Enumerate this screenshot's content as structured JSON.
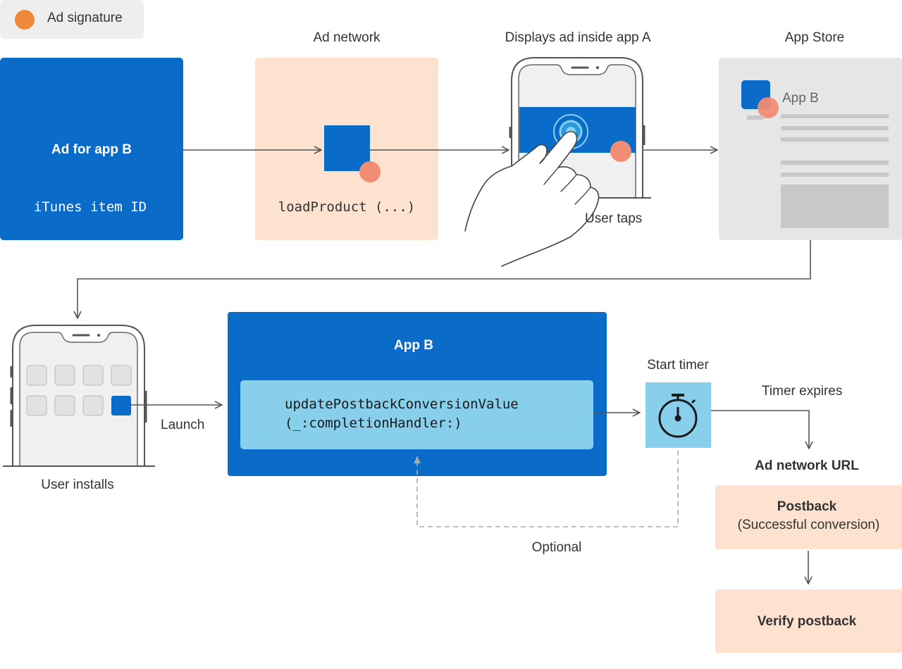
{
  "legend": {
    "label": "Ad signature",
    "dot_color": "#F0883A"
  },
  "ad_card": {
    "title": "Ad for app B",
    "item_id": "iTunes item ID"
  },
  "ad_network": {
    "label": "Ad network",
    "code": "loadProduct (...)"
  },
  "display": {
    "label": "Displays ad inside app A",
    "taps": "User taps"
  },
  "app_store": {
    "label": "App Store",
    "app_name": "App B"
  },
  "install": {
    "label": "User installs",
    "launch": "Launch"
  },
  "app_b": {
    "title": "App B",
    "method_line1": "updatePostbackConversionValue",
    "method_line2": "(_:completionHandler:)"
  },
  "timer": {
    "start": "Start timer",
    "expires": "Timer expires",
    "optional": "Optional"
  },
  "postback": {
    "url_label": "Ad network URL",
    "title": "Postback",
    "subtitle": "(Successful conversion)",
    "verify": "Verify postback"
  },
  "colors": {
    "blue": "#0A6BC9",
    "light_blue": "#87CFEB",
    "peach": "#FDE2CF",
    "signature": "#F08D74",
    "gray": "#E6E6E6"
  }
}
